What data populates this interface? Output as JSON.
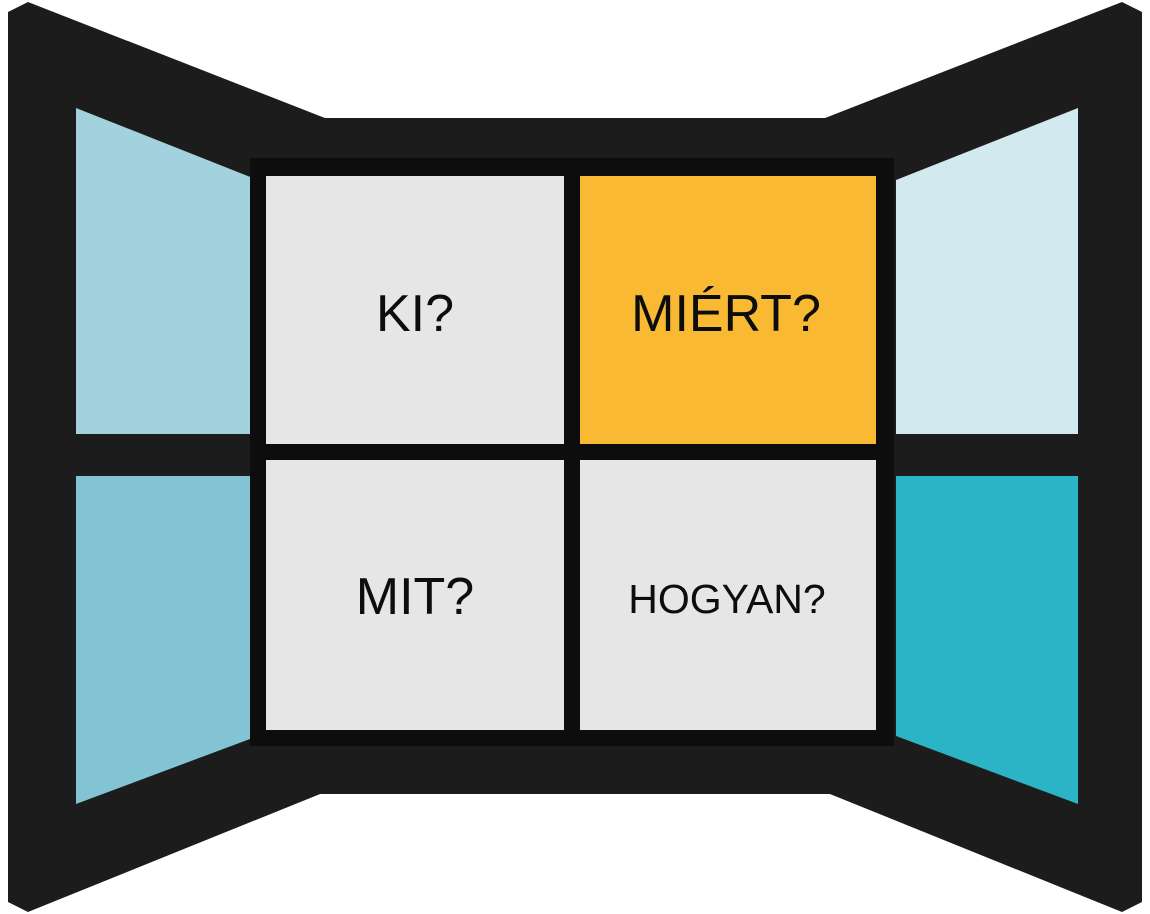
{
  "grid": {
    "top_left": {
      "label": "KI?"
    },
    "top_right": {
      "label": "MIÉRT?"
    },
    "bottom_left": {
      "label": "MIT?"
    },
    "bottom_right": {
      "label": "HOGYAN?"
    }
  },
  "colors": {
    "frame": "#1c1c1c",
    "cell_default": "#e6e6e6",
    "cell_highlight": "#fab932",
    "left_pane_top": "#a3d1de",
    "left_pane_bottom": "#82c4d4",
    "right_pane_top": "#d2e9f0",
    "right_pane_bottom": "#2bb4c6",
    "text": "#0d0d0d"
  }
}
